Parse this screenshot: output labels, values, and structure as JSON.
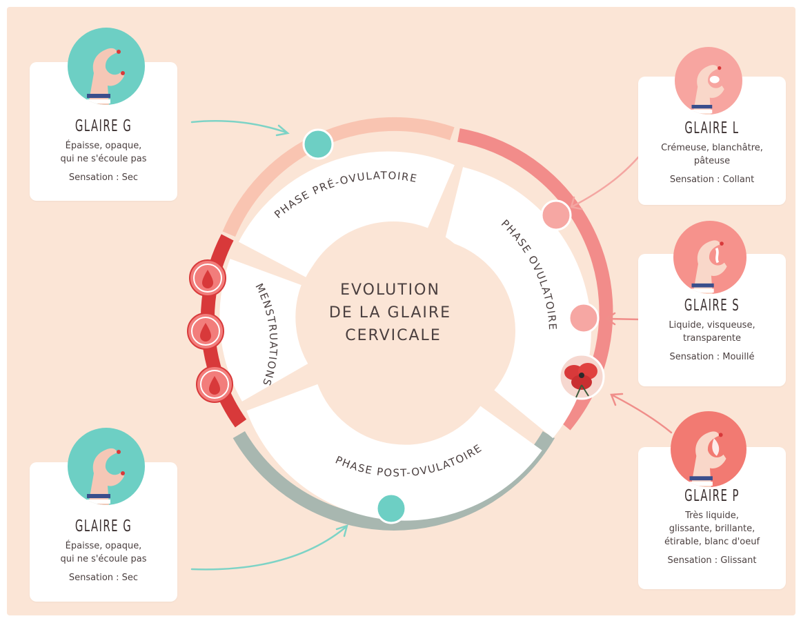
{
  "center_title": [
    "EVOLUTION",
    "DE LA GLAIRE",
    "CERVICALE"
  ],
  "phases": {
    "pre": "PHASE PRÉ-OVULATOIRE",
    "ovu": "PHASE OVULATOIRE",
    "post": "PHASE POST-OVULATOIRE",
    "mens": "MENSTRUATIONS"
  },
  "cards": {
    "g_top": {
      "title": "GLAIRE G",
      "desc": [
        "Épaisse, opaque,",
        "qui ne s'écoule pas"
      ],
      "sensation": "Sensation : Sec"
    },
    "g_bottom": {
      "title": "GLAIRE G",
      "desc": [
        "Épaisse, opaque,",
        "qui ne s'écoule pas"
      ],
      "sensation": "Sensation : Sec"
    },
    "l": {
      "title": "GLAIRE L",
      "desc": [
        "Crémeuse, blanchâtre,",
        "pâteuse"
      ],
      "sensation": "Sensation : Collant"
    },
    "s": {
      "title": "GLAIRE S",
      "desc": [
        "Liquide, visqueuse,",
        "transparente"
      ],
      "sensation": "Sensation : Mouillé"
    },
    "p": {
      "title": "GLAIRE P",
      "desc": [
        "Très liquide,",
        "glissante, brillante,",
        "étirable, blanc d'oeuf"
      ],
      "sensation": "Sensation : Glissant"
    }
  },
  "icons": {
    "g_top": "hand-pinch-icon",
    "g_bottom": "hand-pinch-icon",
    "l": "hand-pinch-icon",
    "s": "hand-pinch-icon",
    "p": "hand-pinch-icon",
    "flower": "poppy-flower-icon",
    "drops": "blood-drop-icon"
  },
  "colors": {
    "background": "#fbe5d6",
    "pre_ring": "#f9c4b1",
    "ovu_ring": "#f28c8a",
    "mens_ring": "#d8393a",
    "post_ring": "#a8b7b0",
    "teal": "#6dcfc4",
    "coral_avatar": "#f48a82",
    "arrow_teal": "#7dd3c6",
    "arrow_coral": "#f08e8a"
  }
}
